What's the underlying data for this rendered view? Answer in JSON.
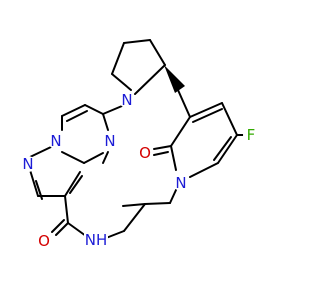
{
  "atoms": {
    "n_pyrrolidine": {
      "text": "N",
      "color": "#1c1cd6"
    },
    "n_pyrazole_1": {
      "text": "N",
      "color": "#1c1cd6"
    },
    "n_pyrazole_2": {
      "text": "N",
      "color": "#1c1cd6"
    },
    "n_pyrimidine": {
      "text": "N",
      "color": "#1c1cd6"
    },
    "o_pyridone": {
      "text": "O",
      "color": "#d40000"
    },
    "n_pyridone": {
      "text": "N",
      "color": "#1c1cd6"
    },
    "fluorine": {
      "text": "F",
      "color": "#33aa00"
    },
    "o_amide": {
      "text": "O",
      "color": "#d40000"
    },
    "nh_amide": {
      "text": "NH",
      "color": "#1c1cd6"
    }
  }
}
